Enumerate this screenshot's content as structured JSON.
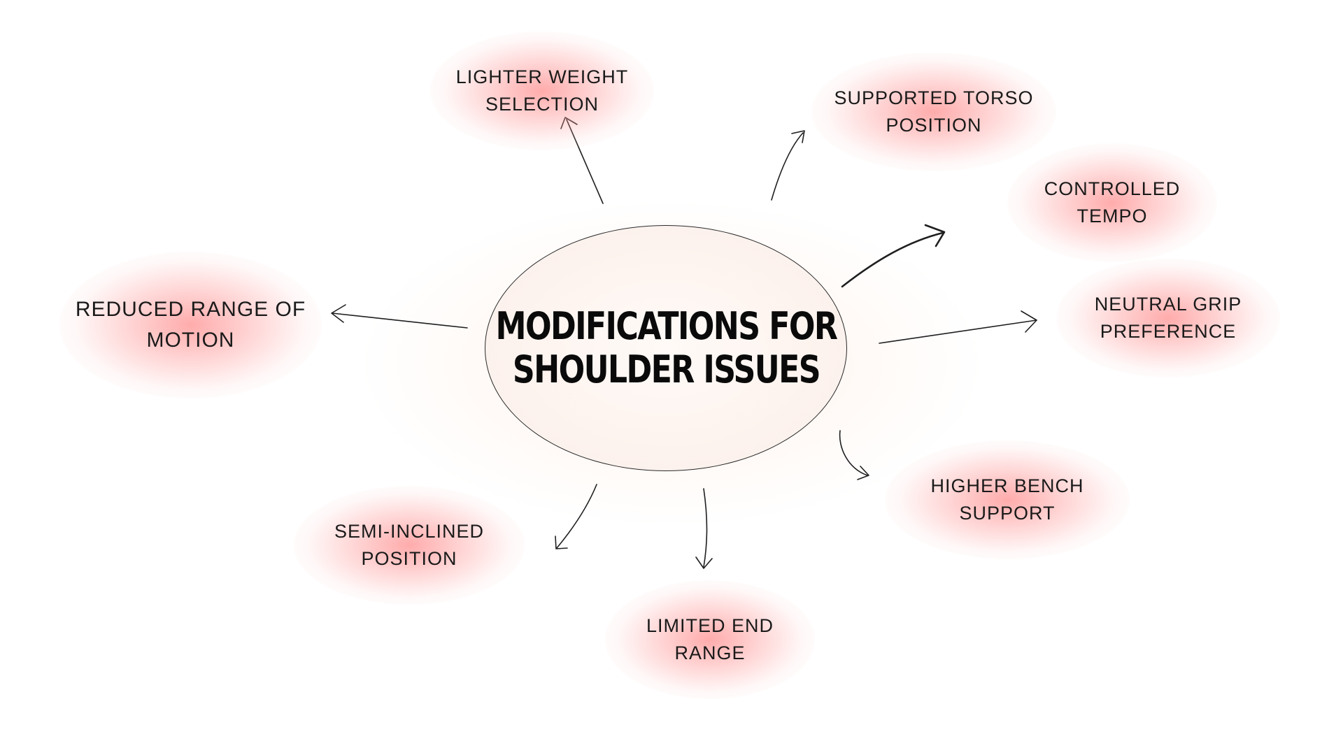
{
  "diagram": {
    "central_topic": {
      "line1": "MODIFICATIONS FOR",
      "line2": "SHOULDER ISSUES"
    },
    "branches": [
      {
        "id": "lighter",
        "line1": "LIGHTER WEIGHT",
        "line2": "SELECTION"
      },
      {
        "id": "torso",
        "line1": "SUPPORTED TORSO",
        "line2": "POSITION"
      },
      {
        "id": "tempo",
        "line1": "CONTROLLED",
        "line2": "TEMPO"
      },
      {
        "id": "grip",
        "line1": "NEUTRAL GRIP",
        "line2": "PREFERENCE"
      },
      {
        "id": "bench",
        "line1": "HIGHER BENCH",
        "line2": "SUPPORT"
      },
      {
        "id": "endrange",
        "line1": "LIMITED END",
        "line2": "RANGE"
      },
      {
        "id": "semi",
        "line1": "SEMI-INCLINED",
        "line2": "POSITION"
      },
      {
        "id": "rom",
        "line1": "REDUCED RANGE OF",
        "line2": "MOTION"
      }
    ],
    "colors": {
      "bubble_glow": "#ff7878",
      "text": "#1a1a1a",
      "center_fill": "#fdf3ee",
      "stroke": "#1f1f1f"
    }
  }
}
